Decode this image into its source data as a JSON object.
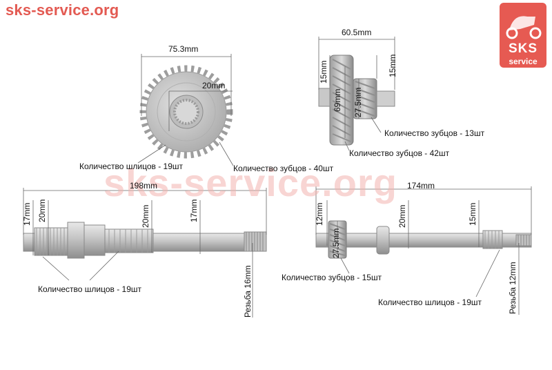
{
  "watermark": {
    "top_text": "sks-service.org",
    "center_text": "sks-service.org"
  },
  "logo": {
    "line1": "SKS",
    "line2": "service",
    "icon": "scooter-icon"
  },
  "gear_large": {
    "outer_dim": "75.3mm",
    "inner_dim": "20mm",
    "splines_label": "Количество шлицов - 19шт",
    "teeth_label": "Количество зубцов - 40шт"
  },
  "double_gear": {
    "width_dim": "60.5mm",
    "left_dim": "15mm",
    "right_dim": "15mm",
    "large_dia": "69mm",
    "small_dia": "27.5mm",
    "small_teeth_label": "Количество зубцов - 13шт",
    "large_teeth_label": "Количество зубцов - 42шт"
  },
  "shaft_left": {
    "length_dim": "198mm",
    "dia1": "17mm",
    "dia2": "20mm",
    "dia3": "20mm",
    "dia4": "17mm",
    "thread": "Резьба 16mm",
    "splines_label": "Количество шлицов - 19шт"
  },
  "shaft_right": {
    "length_dim": "174mm",
    "dia1": "12mm",
    "dia2": "27.5mm",
    "dia3": "20mm",
    "dia4": "15mm",
    "thread": "Резьба 12mm",
    "teeth_label": "Количество зубцов - 15шт",
    "splines_label": "Количество шлицов - 19шт"
  },
  "colors": {
    "metal": "#c9c9c9",
    "metal_dark": "#9a9a9a",
    "dim_line": "#666666",
    "watermark": "#e35a52"
  }
}
